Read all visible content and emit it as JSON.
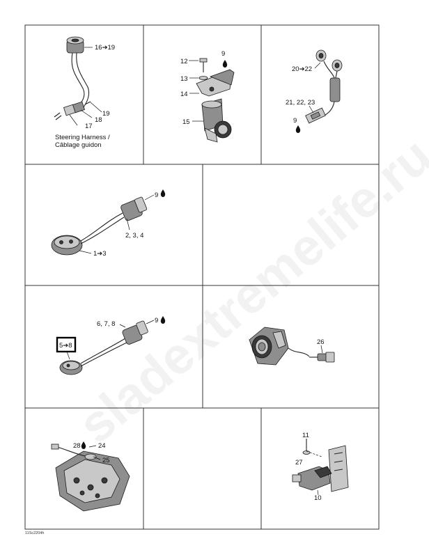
{
  "watermark": "sladextremelife.ru",
  "footer_code": "11Sc2204h",
  "drop_icon": "oil-drop-icon",
  "cells": {
    "r1c1": {
      "callouts": [
        "16➔19",
        "19",
        "18",
        "17"
      ],
      "caption_line1": "Steering Harness /",
      "caption_line2": "Câblage guidon"
    },
    "r1c2": {
      "callouts": [
        "12",
        "9",
        "13",
        "14",
        "15"
      ]
    },
    "r1c3": {
      "callouts": [
        "20➔22",
        "21, 22, 23",
        "9"
      ]
    },
    "r2c1": {
      "callouts": [
        "9",
        "2, 3, 4",
        "1➔3"
      ]
    },
    "r3c1": {
      "callouts": [
        "6, 7, 8",
        "9",
        "5➔8"
      ]
    },
    "r3c2": {
      "callouts": [
        "26"
      ]
    },
    "r4c1": {
      "callouts": [
        "28",
        "24",
        "25"
      ]
    },
    "r4c3": {
      "callouts": [
        "11",
        "27",
        "10"
      ]
    }
  }
}
